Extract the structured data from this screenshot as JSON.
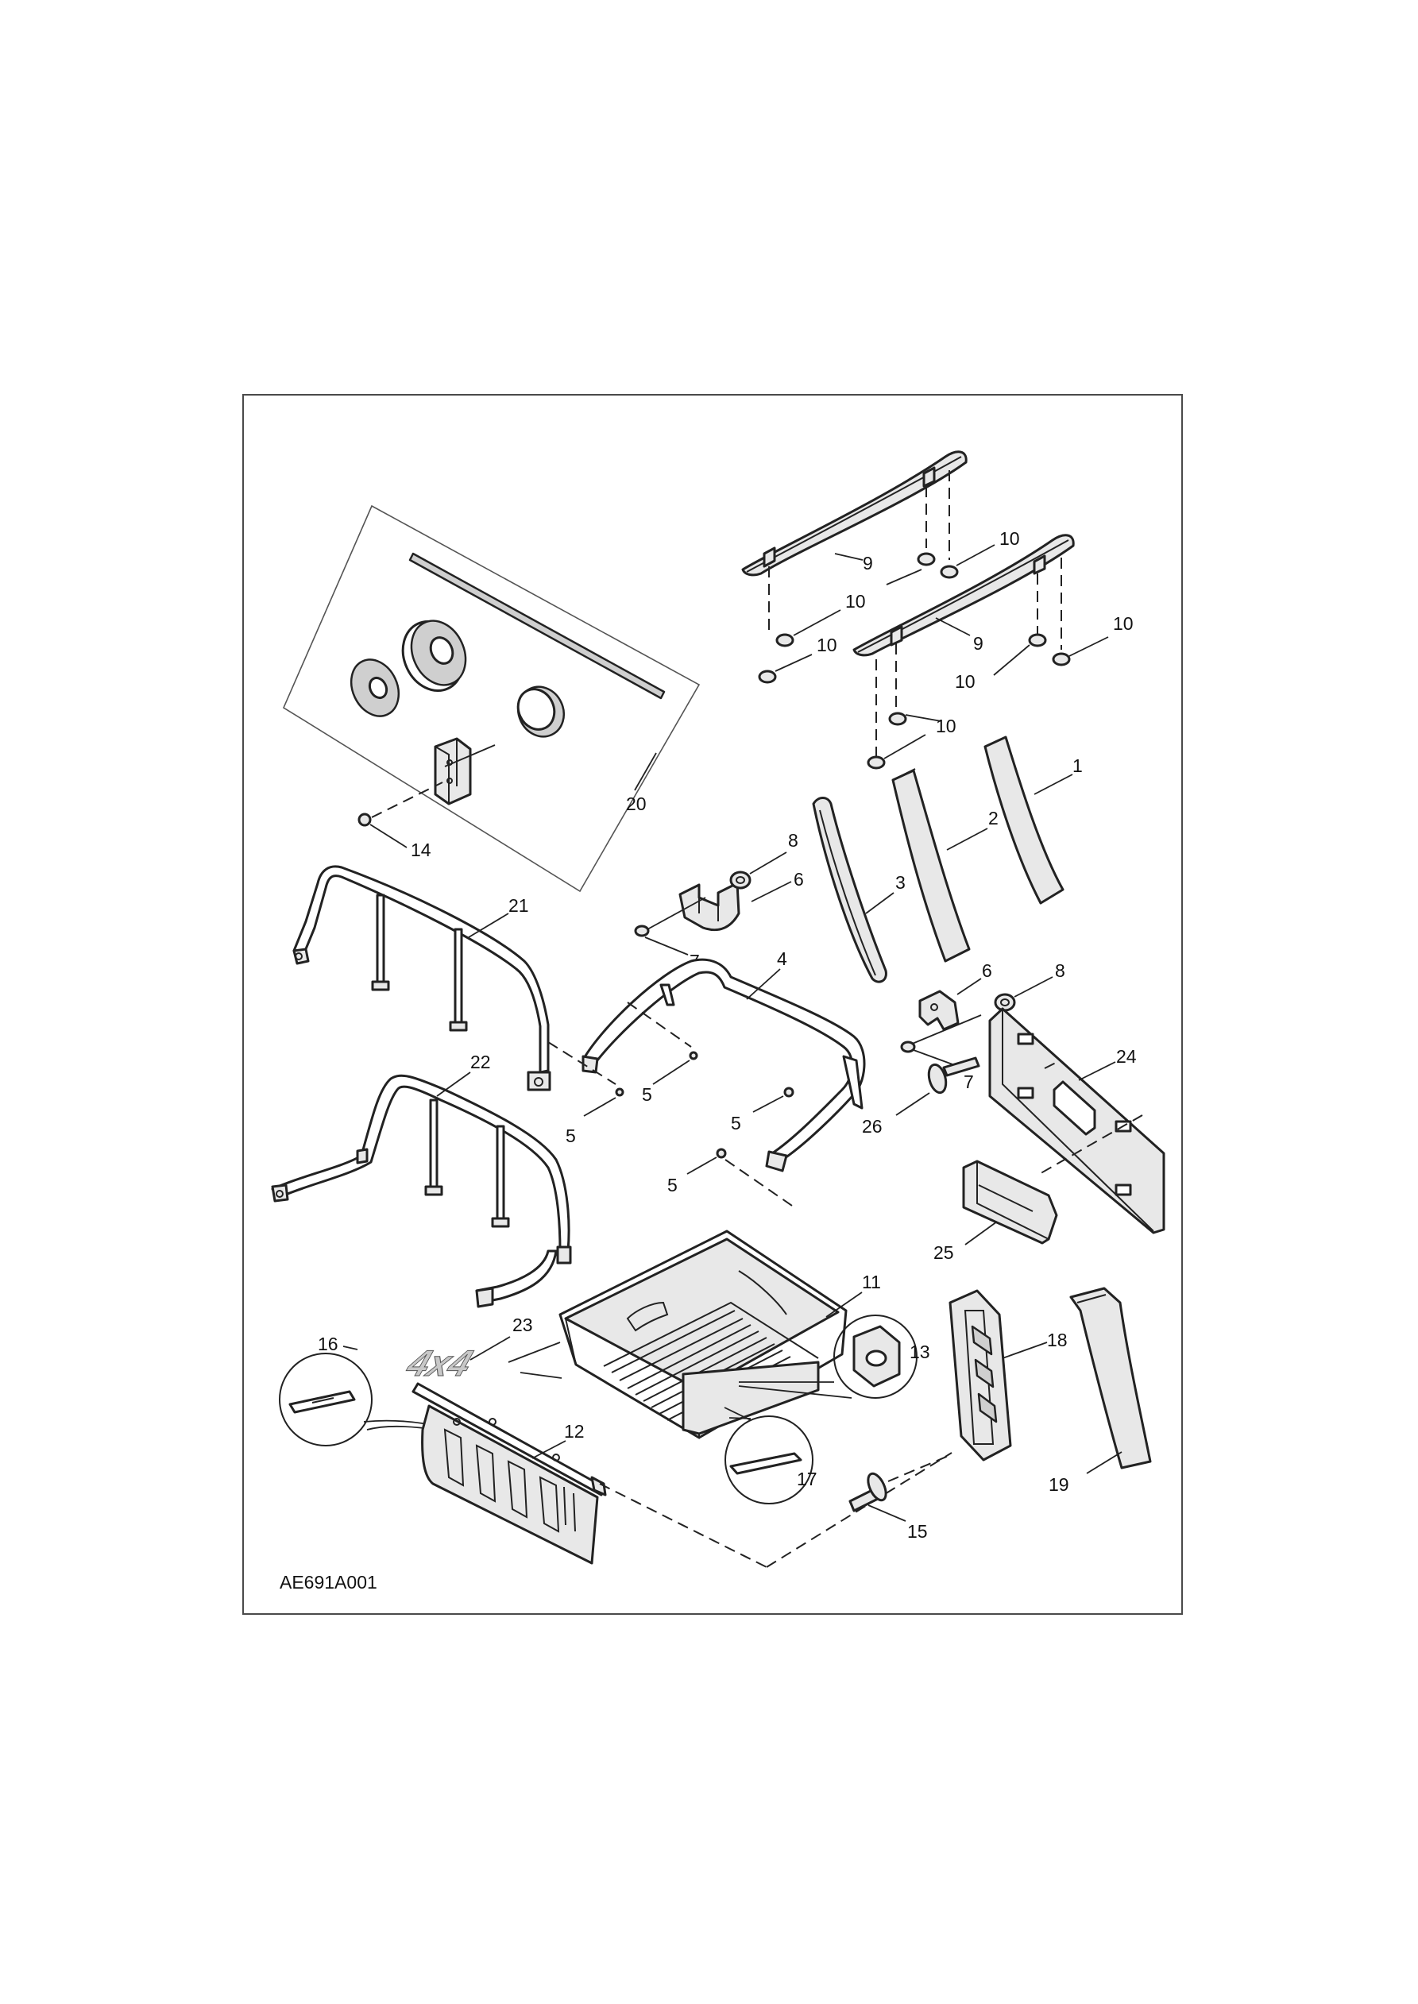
{
  "figure_code": "AE691A001",
  "callouts": {
    "c1": "1",
    "c2": "2",
    "c3": "3",
    "c4": "4",
    "c5a": "5",
    "c5b": "5",
    "c5c": "5",
    "c5d": "5",
    "c6a": "6",
    "c6b": "6",
    "c7a": "7",
    "c7b": "7",
    "c8a": "8",
    "c8b": "8",
    "c9a": "9",
    "c9b": "9",
    "c10a": "10",
    "c10b": "10",
    "c10c": "10",
    "c10d": "10",
    "c10e": "10",
    "c10f": "10",
    "c11": "11",
    "c12": "12",
    "c13": "13",
    "c14": "14",
    "c15": "15",
    "c16": "16",
    "c17": "17",
    "c18": "18",
    "c19": "19",
    "c20": "20",
    "c21": "21",
    "c22": "22",
    "c23": "23",
    "c24": "24",
    "c25": "25",
    "c26": "26"
  },
  "decal_text": "4x4"
}
